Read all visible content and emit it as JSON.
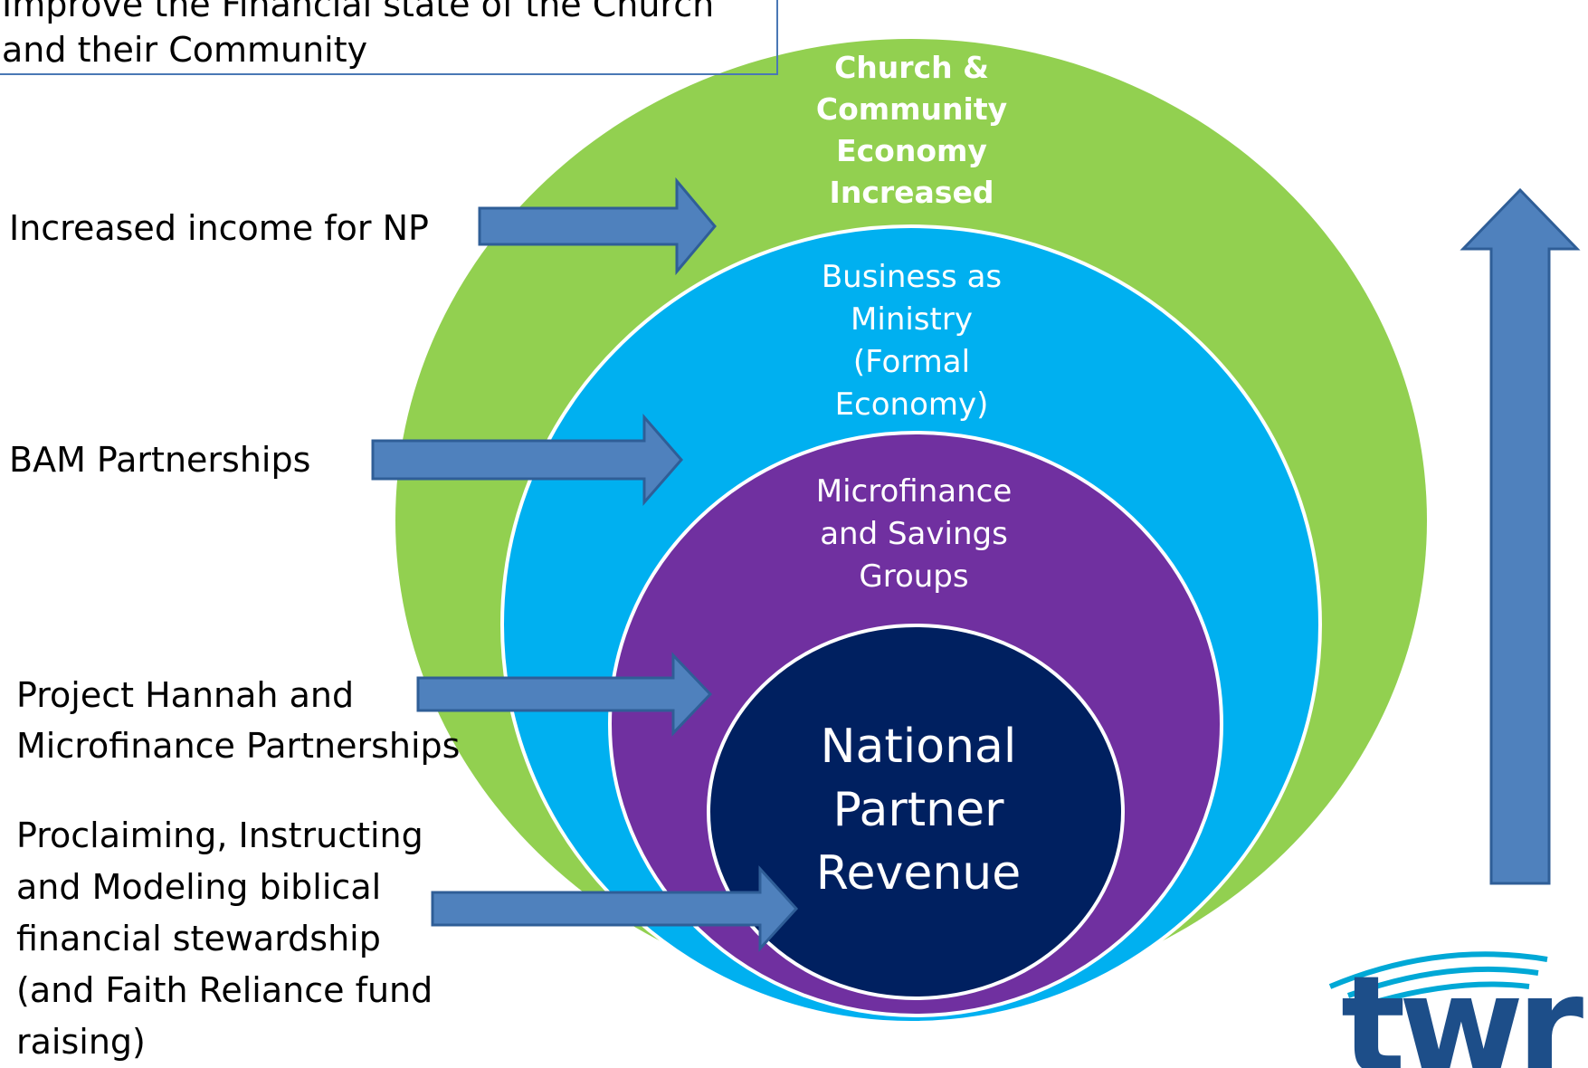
{
  "goal_box": {
    "line1": "Improve the Financial state of the Church",
    "line2": "and their Community"
  },
  "circles": {
    "outer": {
      "label": "Church &\nCommunity\nEconomy\nIncreased",
      "color": "#92d050"
    },
    "second": {
      "label": "Business as\nMinistry\n(Formal\nEconomy)",
      "color": "#00b0f0"
    },
    "third": {
      "label": "Microfinance\nand Savings\nGroups",
      "color": "#7030a0"
    },
    "inner": {
      "label": "National\nPartner\nRevenue",
      "color": "#002060"
    }
  },
  "side_labels": {
    "l1": "Increased income for NP",
    "l2": "BAM Partnerships",
    "l3": "Project Hannah and\nMicrofinance Partnerships",
    "l4": "Proclaiming, Instructing\nand Modeling biblical\nfinancial stewardship\n(and Faith Reliance fund\nraising)"
  },
  "arrow_color": "#4f81bd",
  "logo": {
    "text": "twr",
    "color": "#1d4e89",
    "icon": "twr-signal-waves-logo"
  }
}
